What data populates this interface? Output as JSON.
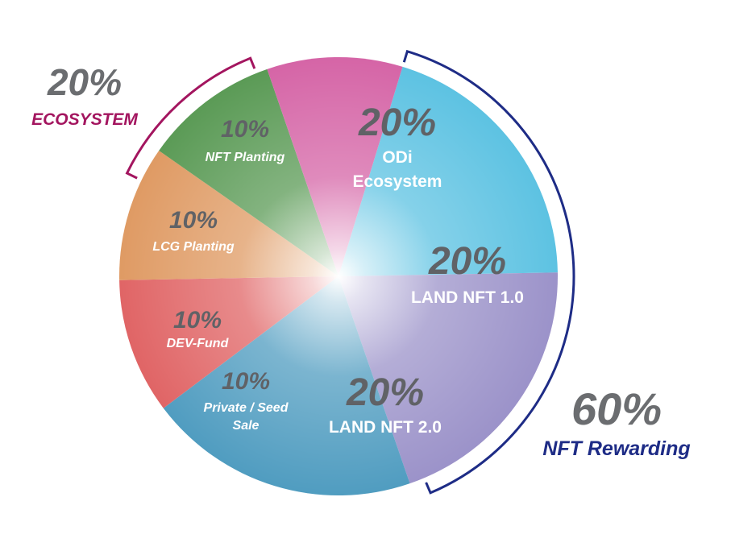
{
  "chart_data": {
    "type": "pie",
    "slices": [
      {
        "label": "ODi Ecosystem",
        "value": 20,
        "value_label": "20%",
        "color": "#5cc2e2"
      },
      {
        "label": "LAND NFT 1.0",
        "value": 20,
        "value_label": "20%",
        "color": "#9b92c9"
      },
      {
        "label": "LAND NFT 2.0",
        "value": 20,
        "value_label": "20%",
        "color": "#4f9cc0"
      },
      {
        "label": "Private / Seed Sale",
        "value": 10,
        "value_label": "10%",
        "color": "#e06465"
      },
      {
        "label": "DEV-Fund",
        "value": 10,
        "value_label": "10%",
        "color": "#df9a63"
      },
      {
        "label": "LCG Planting",
        "value": 10,
        "value_label": "10%",
        "color": "#5a9a55"
      },
      {
        "label": "NFT Planting",
        "value": 10,
        "value_label": "10%",
        "color": "#d564a6"
      }
    ],
    "groups": [
      {
        "value_label": "20%",
        "label": "ECOSYSTEM",
        "color": "#a3155f"
      },
      {
        "value_label": "60%",
        "label": "NFT Rewarding",
        "color": "#1e2c86"
      }
    ]
  }
}
